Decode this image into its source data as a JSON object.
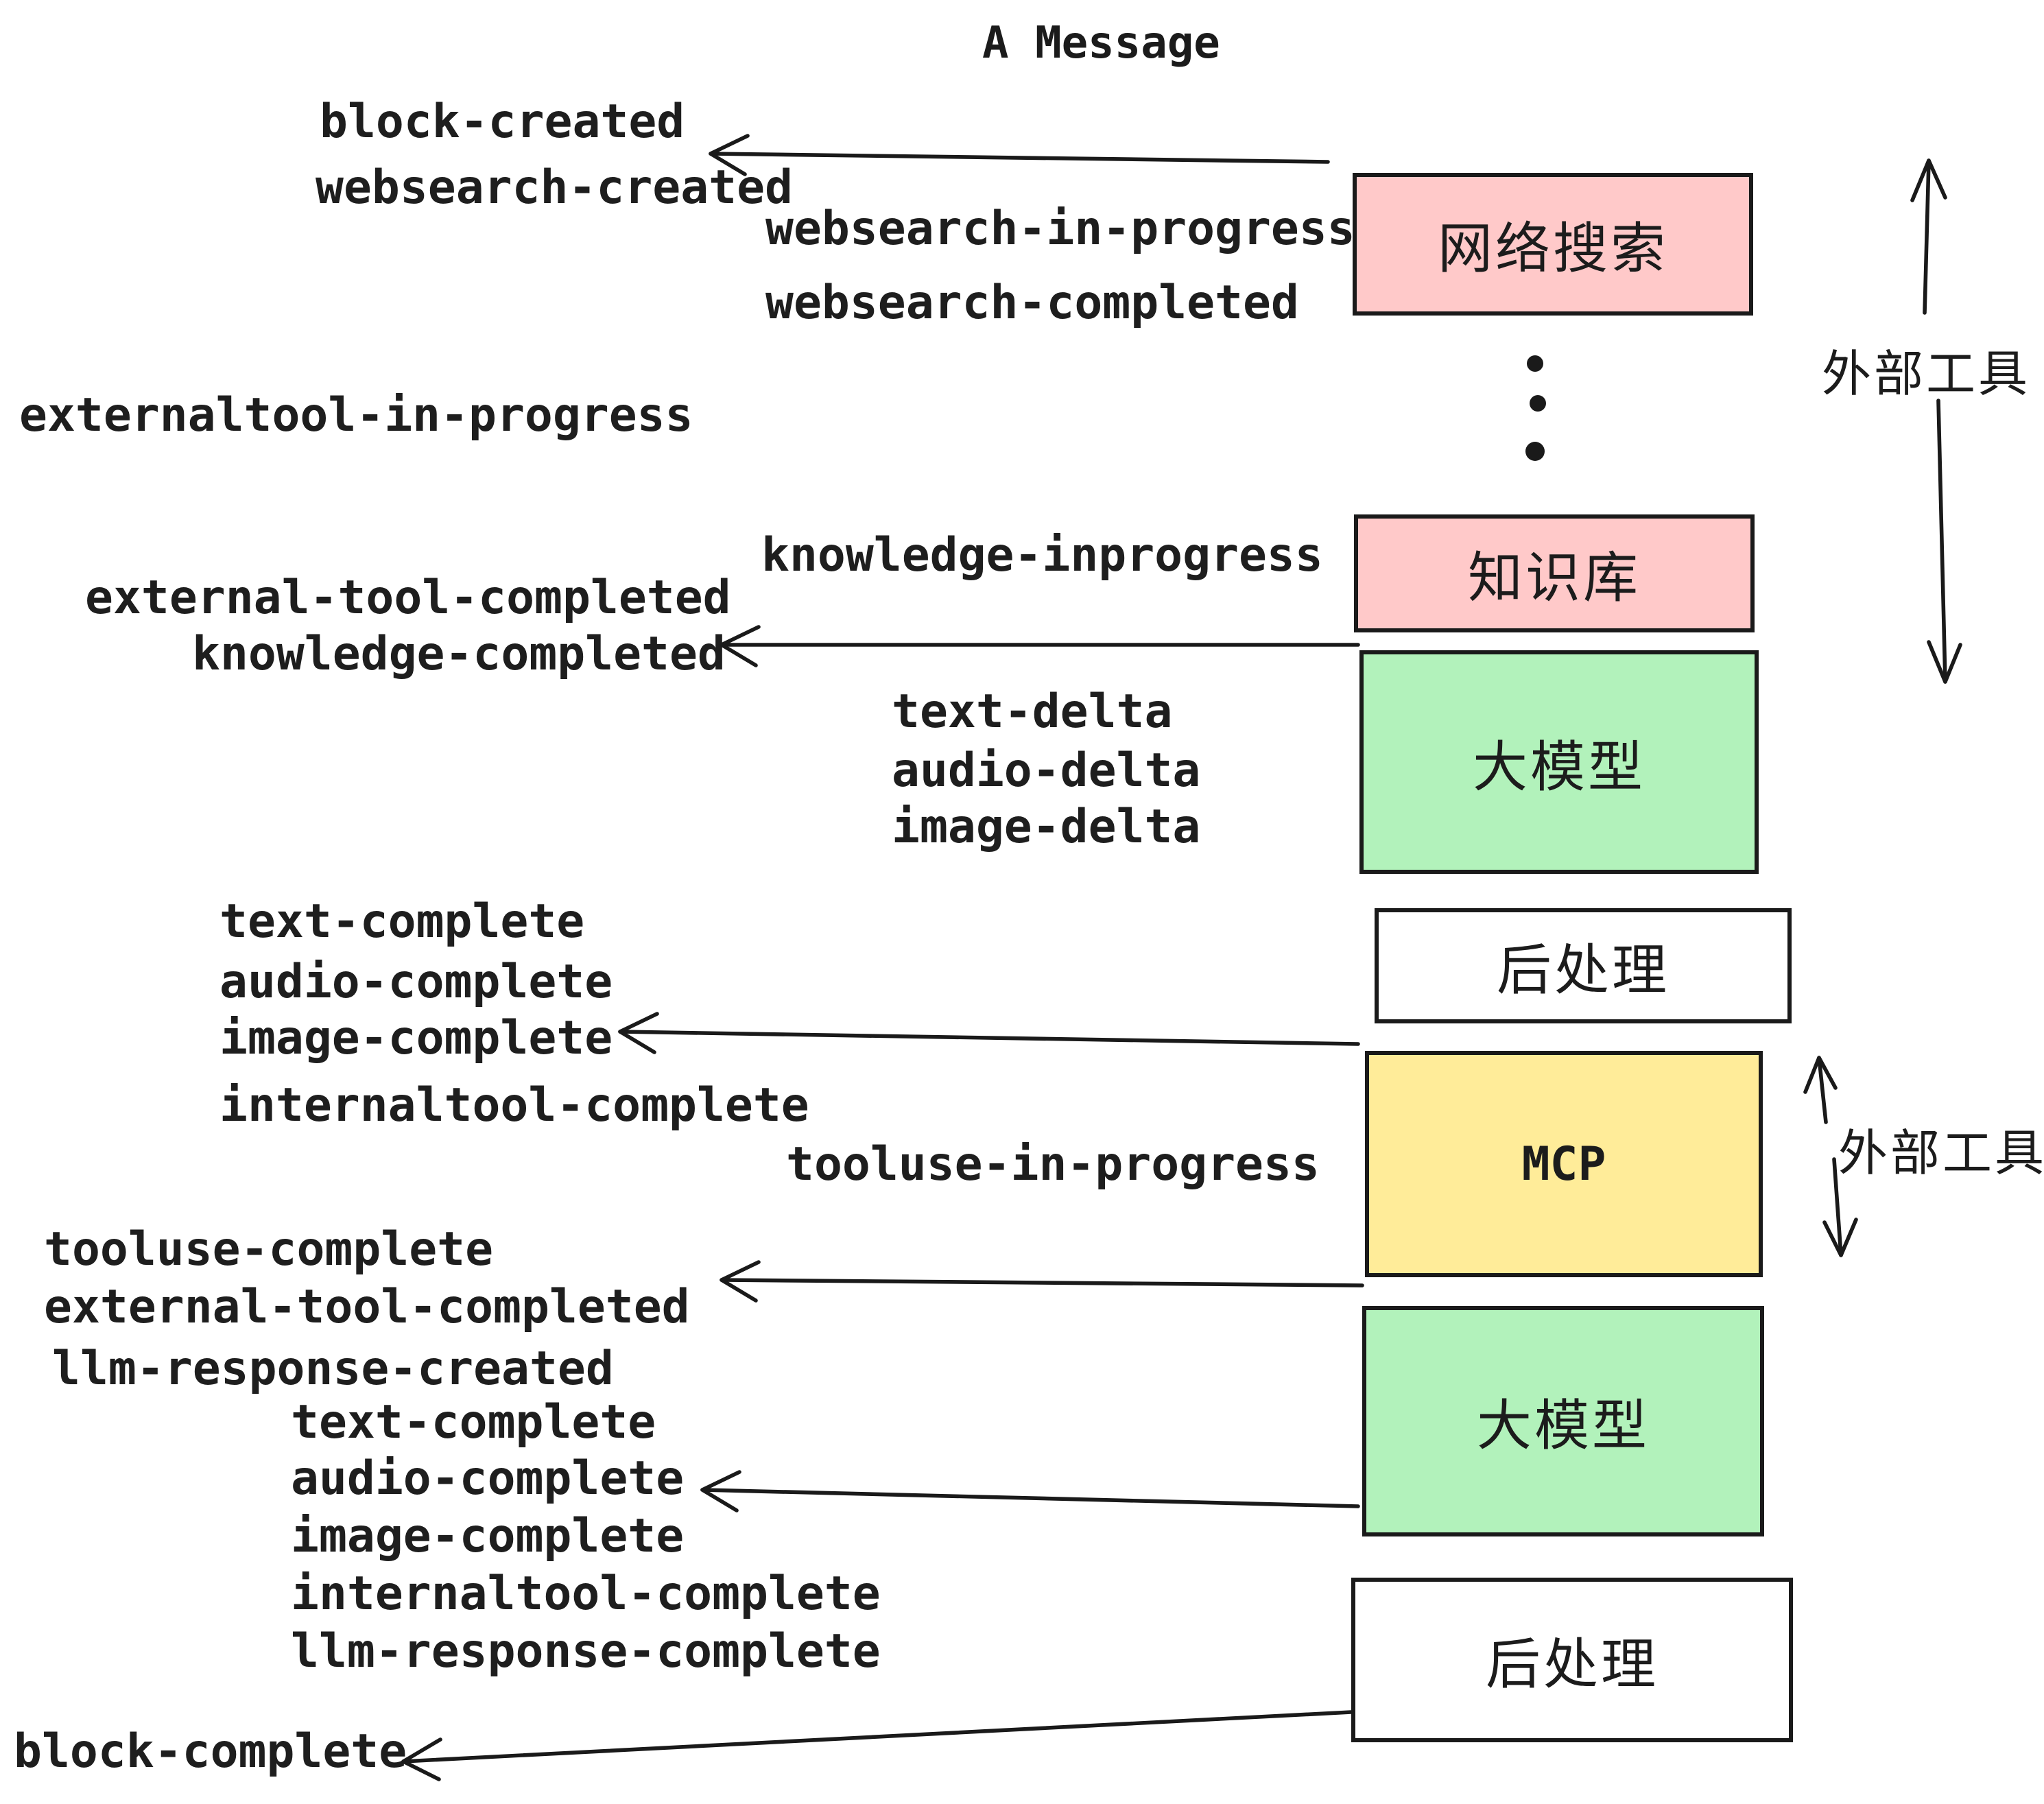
{
  "title": "A Message",
  "colors": {
    "box_pink": "#FFC9C9",
    "box_green": "#B2F2BB",
    "box_yellow": "#FFEC99",
    "box_white": "#FFFFFF",
    "ink": "#1A1A1A"
  },
  "boxes": [
    {
      "label": "网络搜索"
    },
    {
      "label": "知识库"
    },
    {
      "label": "大模型"
    },
    {
      "label": "后处理"
    },
    {
      "label": "MCP"
    },
    {
      "label": "大模型"
    },
    {
      "label": "后处理"
    }
  ],
  "side_labels": {
    "top": "外部工具",
    "bottom": "外部工具"
  },
  "events": [
    "block-created",
    "websearch-created",
    "websearch-in-progress",
    "websearch-completed",
    "externaltool-in-progress",
    "knowledge-inprogress",
    "external-tool-completed",
    "knowledge-completed",
    "text-delta",
    "audio-delta",
    "image-delta",
    "text-complete",
    "audio-complete",
    "image-complete",
    "internaltool-complete",
    "tooluse-in-progress",
    "tooluse-complete",
    "external-tool-completed",
    "llm-response-created",
    "text-complete",
    "audio-complete",
    "image-complete",
    "internaltool-complete",
    "llm-response-complete",
    "block-complete"
  ]
}
